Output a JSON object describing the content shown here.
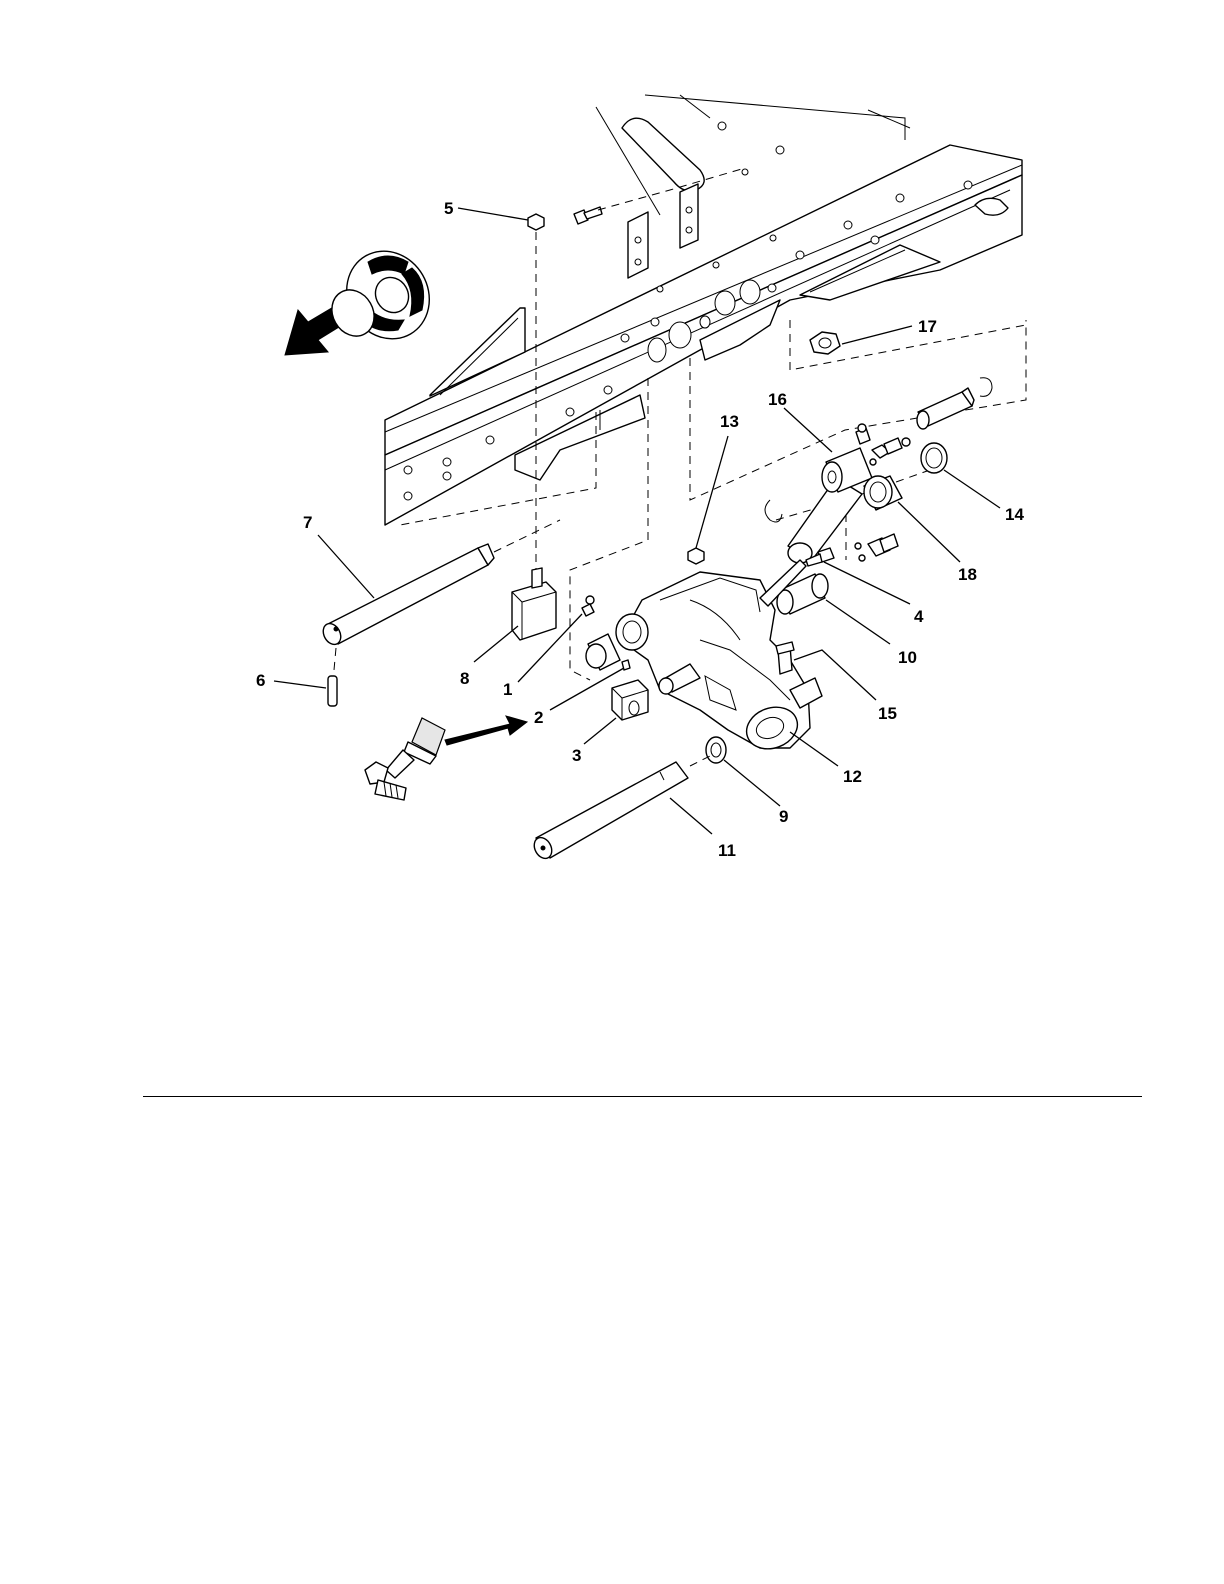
{
  "diagram": {
    "callouts": [
      {
        "id": "c1",
        "label": "1"
      },
      {
        "id": "c2",
        "label": "2"
      },
      {
        "id": "c3",
        "label": "3"
      },
      {
        "id": "c4",
        "label": "4"
      },
      {
        "id": "c5",
        "label": "5"
      },
      {
        "id": "c6",
        "label": "6"
      },
      {
        "id": "c7",
        "label": "7"
      },
      {
        "id": "c8",
        "label": "8"
      },
      {
        "id": "c9",
        "label": "9"
      },
      {
        "id": "c10",
        "label": "10"
      },
      {
        "id": "c11",
        "label": "11"
      },
      {
        "id": "c12",
        "label": "12"
      },
      {
        "id": "c13",
        "label": "13"
      },
      {
        "id": "c14",
        "label": "14"
      },
      {
        "id": "c15",
        "label": "15"
      },
      {
        "id": "c16",
        "label": "16"
      },
      {
        "id": "c17",
        "label": "17"
      },
      {
        "id": "c18",
        "label": "18"
      }
    ],
    "icons": [
      "direction-arrow-icon",
      "grease-fitting-icon",
      "thread-lock-icon"
    ]
  }
}
